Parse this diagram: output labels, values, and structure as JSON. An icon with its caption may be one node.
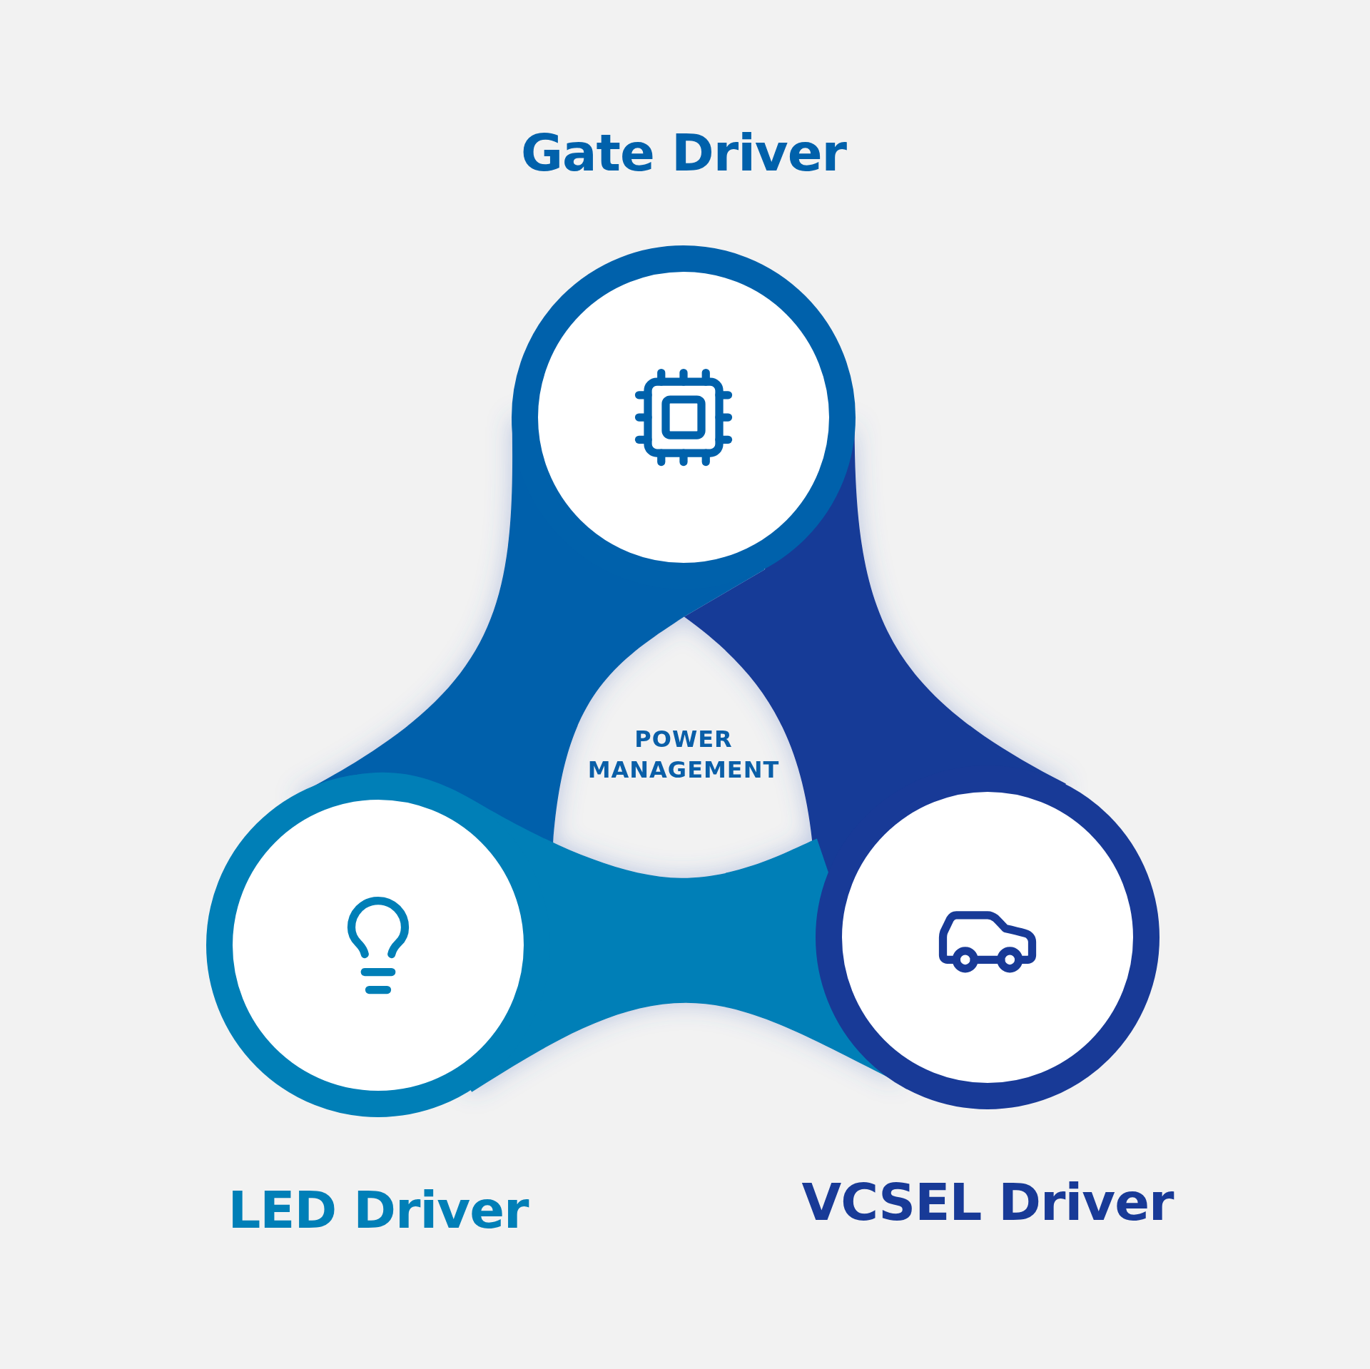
{
  "diagram": {
    "nodes": [
      {
        "text": [
          "Gate Driver"
        ]
      },
      {
        "text": [
          "LED Driver"
        ]
      },
      {
        "text": [
          "VCSEL Driver"
        ]
      }
    ],
    "labels": [
      "POWER MANAGEMENT"
    ]
  }
}
